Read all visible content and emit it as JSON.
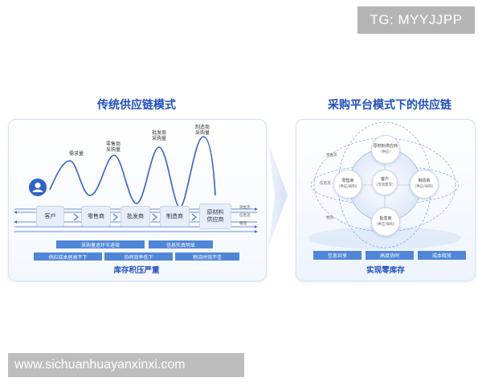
{
  "watermark_top": "TG: MYYJJPP",
  "watermark_bottom": "www.sichuanhuayanxinxi.com",
  "left": {
    "title": "传统供应链模式",
    "peaks": [
      {
        "label": "需求量"
      },
      {
        "label": "零售商\n采购量"
      },
      {
        "label": "批发商\n采购量"
      },
      {
        "label": "制造商\n采购量"
      }
    ],
    "chain": [
      "客户",
      "零售商",
      "批发商",
      "制造商",
      "原材料\n供应商"
    ],
    "flows": [
      "资金流",
      "信息流",
      "物流"
    ],
    "bars_row1": [
      "采购量逐环节递增",
      "信息失真明显"
    ],
    "bars_row2": [
      "供应成本居高不下",
      "协同效率低下",
      "物流时效不佳"
    ],
    "bottom": "库存积压严重"
  },
  "right": {
    "title": "采购平台模式下的供应链",
    "center": {
      "name": "客户",
      "sub": "（市场需求）"
    },
    "top": {
      "name": "原材料供应商",
      "sub": "（供应）"
    },
    "left_node": {
      "name": "零售商",
      "sub": "（供应/采购）"
    },
    "right_node": {
      "name": "制造商",
      "sub": "（供应/采购）"
    },
    "bottom_node": {
      "name": "批发商",
      "sub": "（供应/采购）"
    },
    "flows": [
      "资金流",
      "信息流",
      "物流"
    ],
    "pills": [
      "信息共享",
      "高度协同",
      "成本释放"
    ],
    "bottom": "实现零库存"
  },
  "colors": {
    "accent": "#1f4fbf",
    "bar": "#4f86d8",
    "light": "#e8eef8"
  }
}
